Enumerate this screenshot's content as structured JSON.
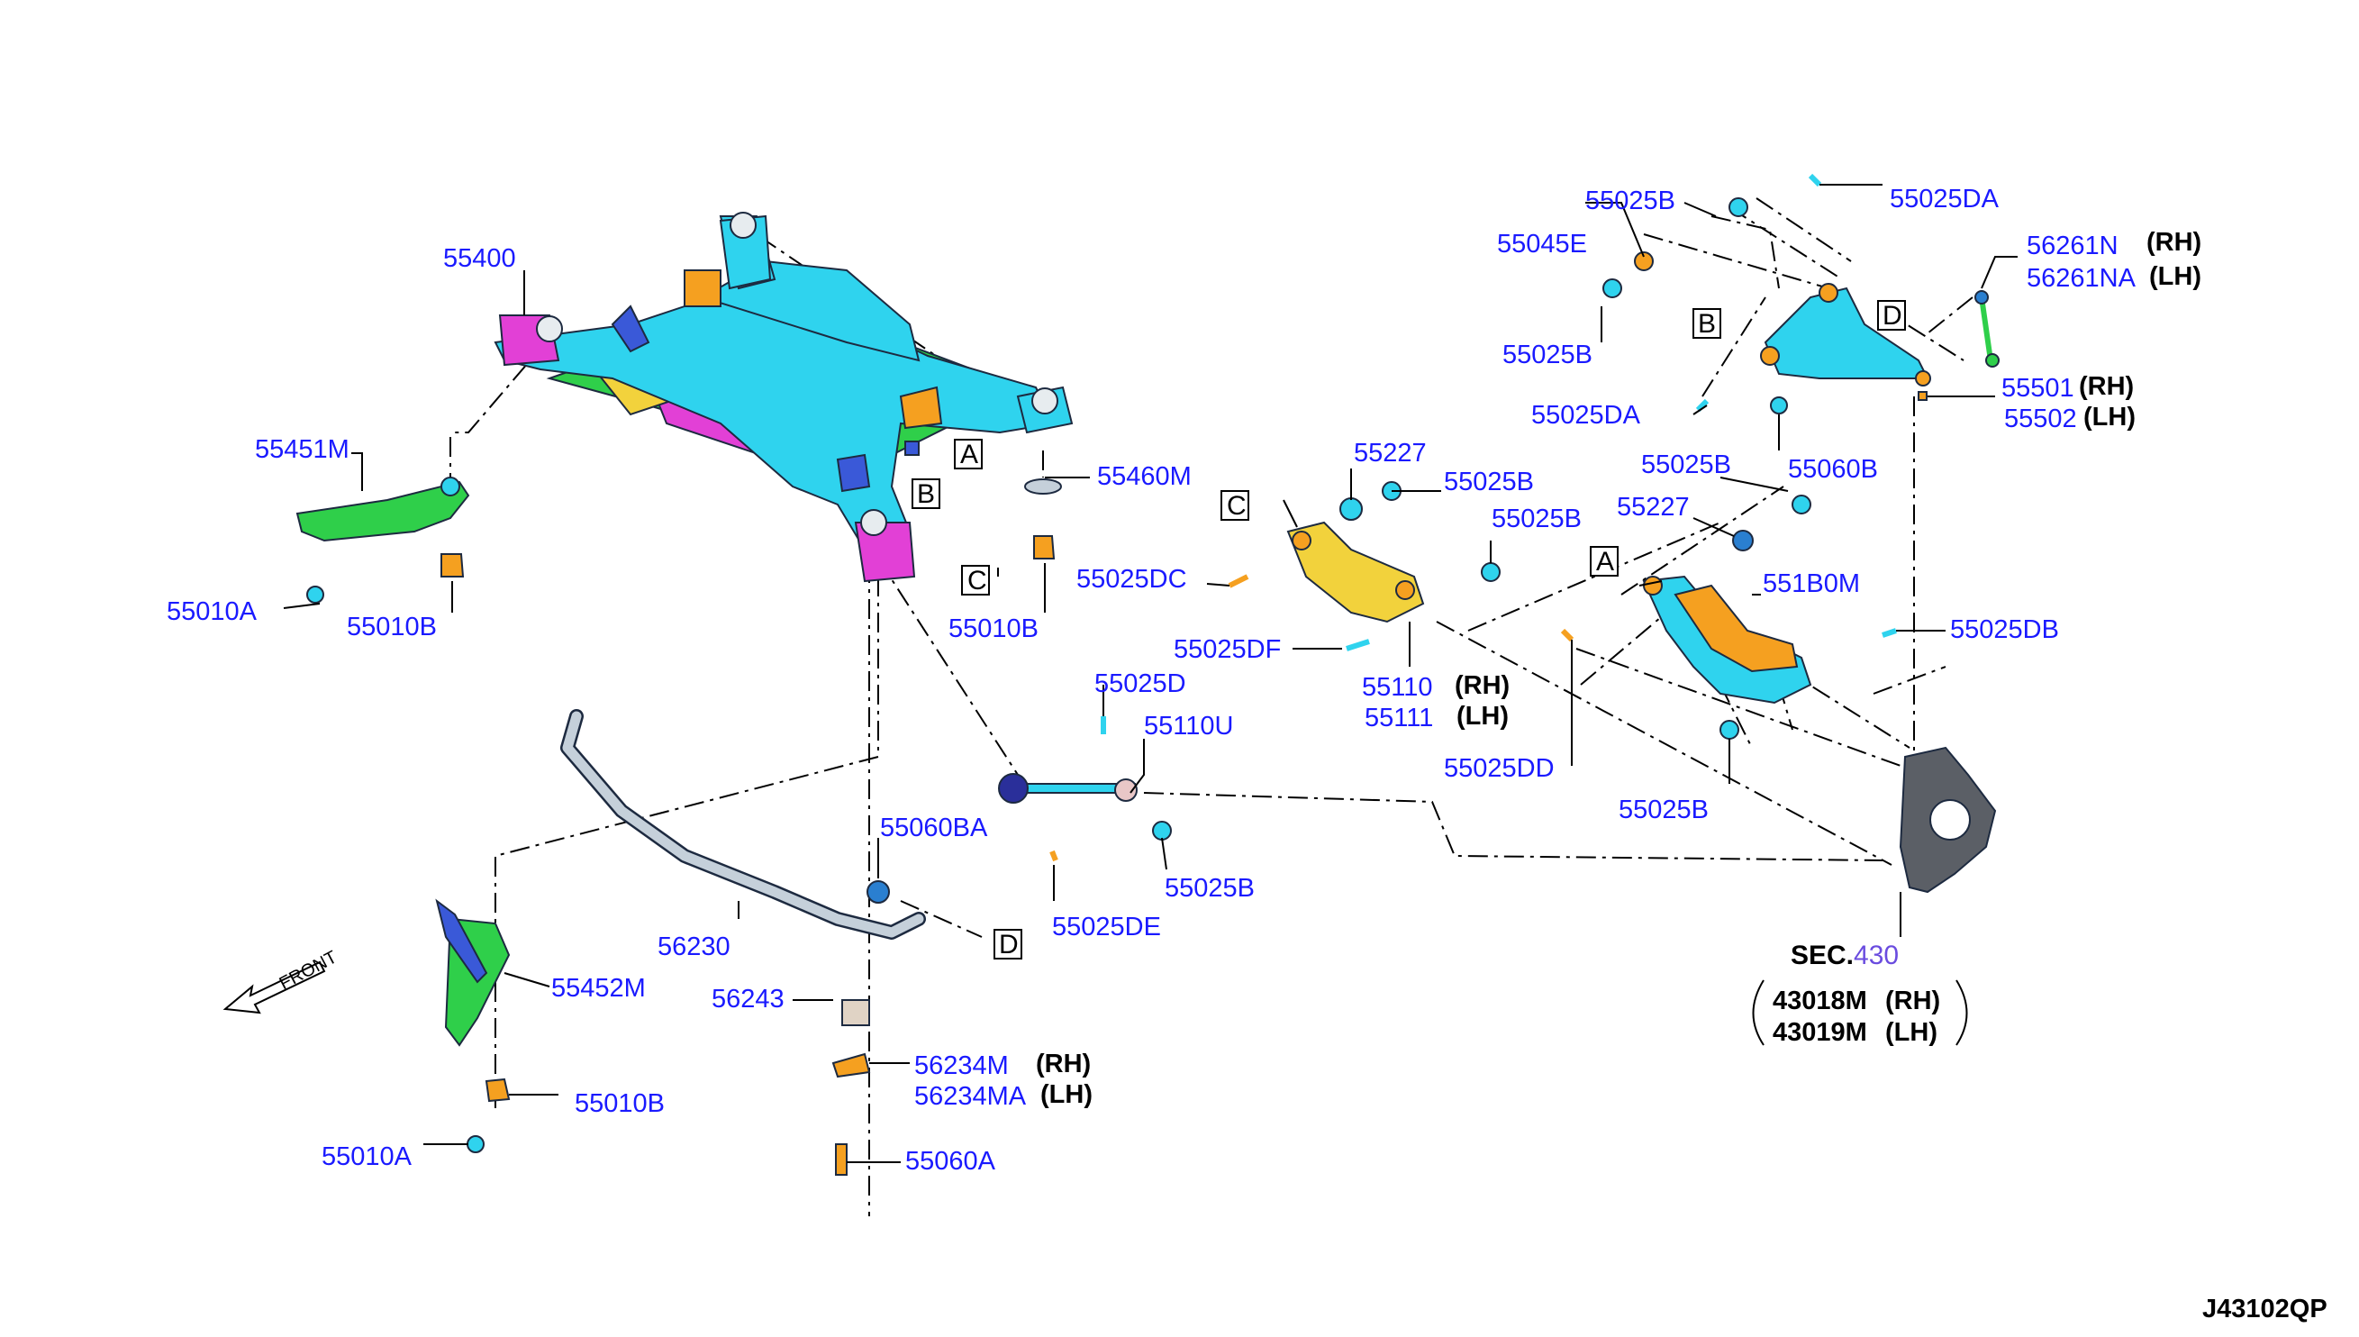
{
  "colors": {
    "label": "#1a1aff",
    "cyan": "#2fd3ee",
    "green": "#2fcf4a",
    "orange": "#f5a020",
    "magenta": "#e240d6",
    "blue_bracket": "#3a59d8",
    "yellow": "#f2d23c",
    "gray_knuckle": "#5b5f66",
    "stabilizer": "#c5d0da"
  },
  "labels": {
    "p55400": "55400",
    "p55451M": "55451M",
    "p55010A_1": "55010A",
    "p55010B_1": "55010B",
    "p55460M": "55460M",
    "p55010B_2": "55010B",
    "p56230": "56230",
    "p55060BA": "55060BA",
    "p55452M": "55452M",
    "p55010B_3": "55010B",
    "p55010A_2": "55010A",
    "p56243": "56243",
    "p56234M": "56234M",
    "p56234MA": "56234MA",
    "p55060A": "55060A",
    "p55025D": "55025D",
    "p55110U": "55110U",
    "p55025B_low": "55025B",
    "p55025DE": "55025DE",
    "p55227_1": "55227",
    "p55025B_c1": "55025B",
    "p55025B_c2": "55025B",
    "p55025DC": "55025DC",
    "p55025DF": "55025DF",
    "p55110": "55110",
    "p55111": "55111",
    "p55025B_t1": "55025B",
    "p55025DA_t": "55025DA",
    "p55045E": "55045E",
    "p56261N": "56261N",
    "p56261NA": "56261NA",
    "p55025B_t2": "55025B",
    "p55025DA_m": "55025DA",
    "p55501": "55501",
    "p55502": "55502",
    "p55025B_m": "55025B",
    "p55060B": "55060B",
    "p55227_2": "55227",
    "p551B0M": "551B0M",
    "p55025DB": "55025DB",
    "p55025DD": "55025DD",
    "p55025B_r": "55025B",
    "sec_prefix": "SEC.",
    "sec_num": "430",
    "p43018M": "43018M",
    "p43019M": "43019M",
    "rh": "(RH)",
    "lh": "(LH)",
    "front": "FRONT",
    "diagram_id": "J43102QP"
  },
  "refs": {
    "A": "A",
    "B": "B",
    "C": "C",
    "D": "D"
  }
}
